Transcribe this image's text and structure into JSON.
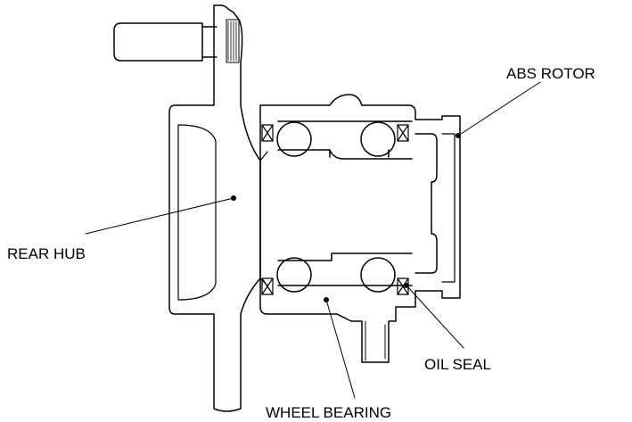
{
  "labels": {
    "abs_rotor": "ABS ROTOR",
    "rear_hub": "REAR HUB",
    "oil_seal": "OIL SEAL",
    "wheel_bearing": "WHEEL BEARING"
  },
  "colors": {
    "line": "#000000",
    "background": "#ffffff"
  }
}
